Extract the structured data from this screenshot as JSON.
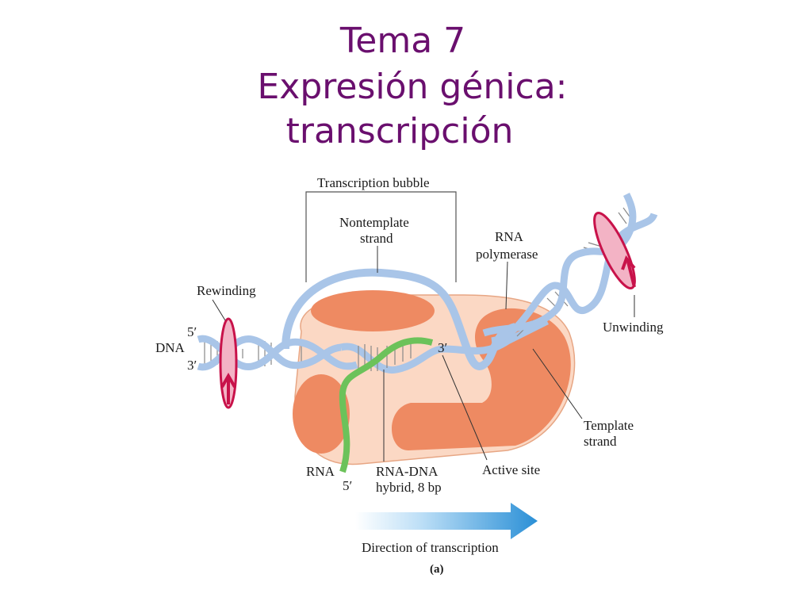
{
  "slide": {
    "title_line1": "Tema 7",
    "title_line2": "Expresión génica:",
    "title_line3": "transcripción"
  },
  "figure": {
    "labels": {
      "transcription_bubble": "Transcription bubble",
      "nontemplate_strand_1": "Nontemplate",
      "nontemplate_strand_2": "strand",
      "rna_polymerase_1": "RNA",
      "rna_polymerase_2": "polymerase",
      "rewinding": "Rewinding",
      "unwinding": "Unwinding",
      "dna": "DNA",
      "five_prime_top": "5′",
      "three_prime_bottom": "3′",
      "three_prime_rna": "3′",
      "template_strand_1": "Template",
      "template_strand_2": "strand",
      "rna": "RNA",
      "five_prime_rna": "5′",
      "hybrid_1": "RNA-DNA",
      "hybrid_2": "hybrid, 8 bp",
      "active_site": "Active site",
      "direction": "Direction of transcription",
      "panel": "(a)"
    },
    "colors": {
      "title": "#6a0f6e",
      "polymerase_body": "#fbd8c4",
      "polymerase_subunit": "#ee8a62",
      "dna_strand": "#a9c5e8",
      "rna_strand": "#6cc25a",
      "rotation_arrow": "#c8124a",
      "direction_arrow": "#2a8fd6"
    }
  }
}
